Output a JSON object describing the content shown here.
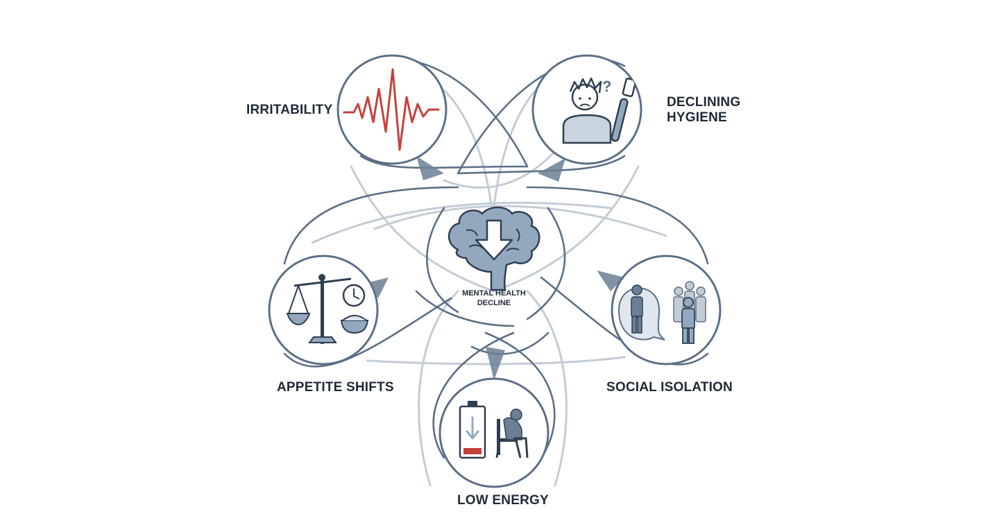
{
  "center": {
    "label_line1": "MENTAL HEALTH",
    "label_line2": "DECLINE",
    "icon": "brain-down-arrow-icon"
  },
  "symptoms": [
    {
      "id": "irritability",
      "label_line1": "IRRITABILITY",
      "icon": "heartbeat-spike-icon"
    },
    {
      "id": "hygiene",
      "label_line1": "DECLINING",
      "label_line2": "HYGIENE",
      "icon": "unkempt-person-toothbrush-icon"
    },
    {
      "id": "isolation",
      "label_line1": "SOCIAL ISOLATION",
      "icon": "person-apart-from-group-icon"
    },
    {
      "id": "energy",
      "label_line1": "LOW ENERGY",
      "icon": "low-battery-slumped-person-icon"
    },
    {
      "id": "appetite",
      "label_line1": "APPETITE SHIFTS",
      "icon": "scale-clock-bowl-icon"
    }
  ],
  "colors": {
    "outline": "#5b6f86",
    "loop_light": "#b9c4d0",
    "icon_dark": "#2f3e52",
    "icon_fill": "#93a8bf",
    "accent_red": "#c7403a"
  }
}
